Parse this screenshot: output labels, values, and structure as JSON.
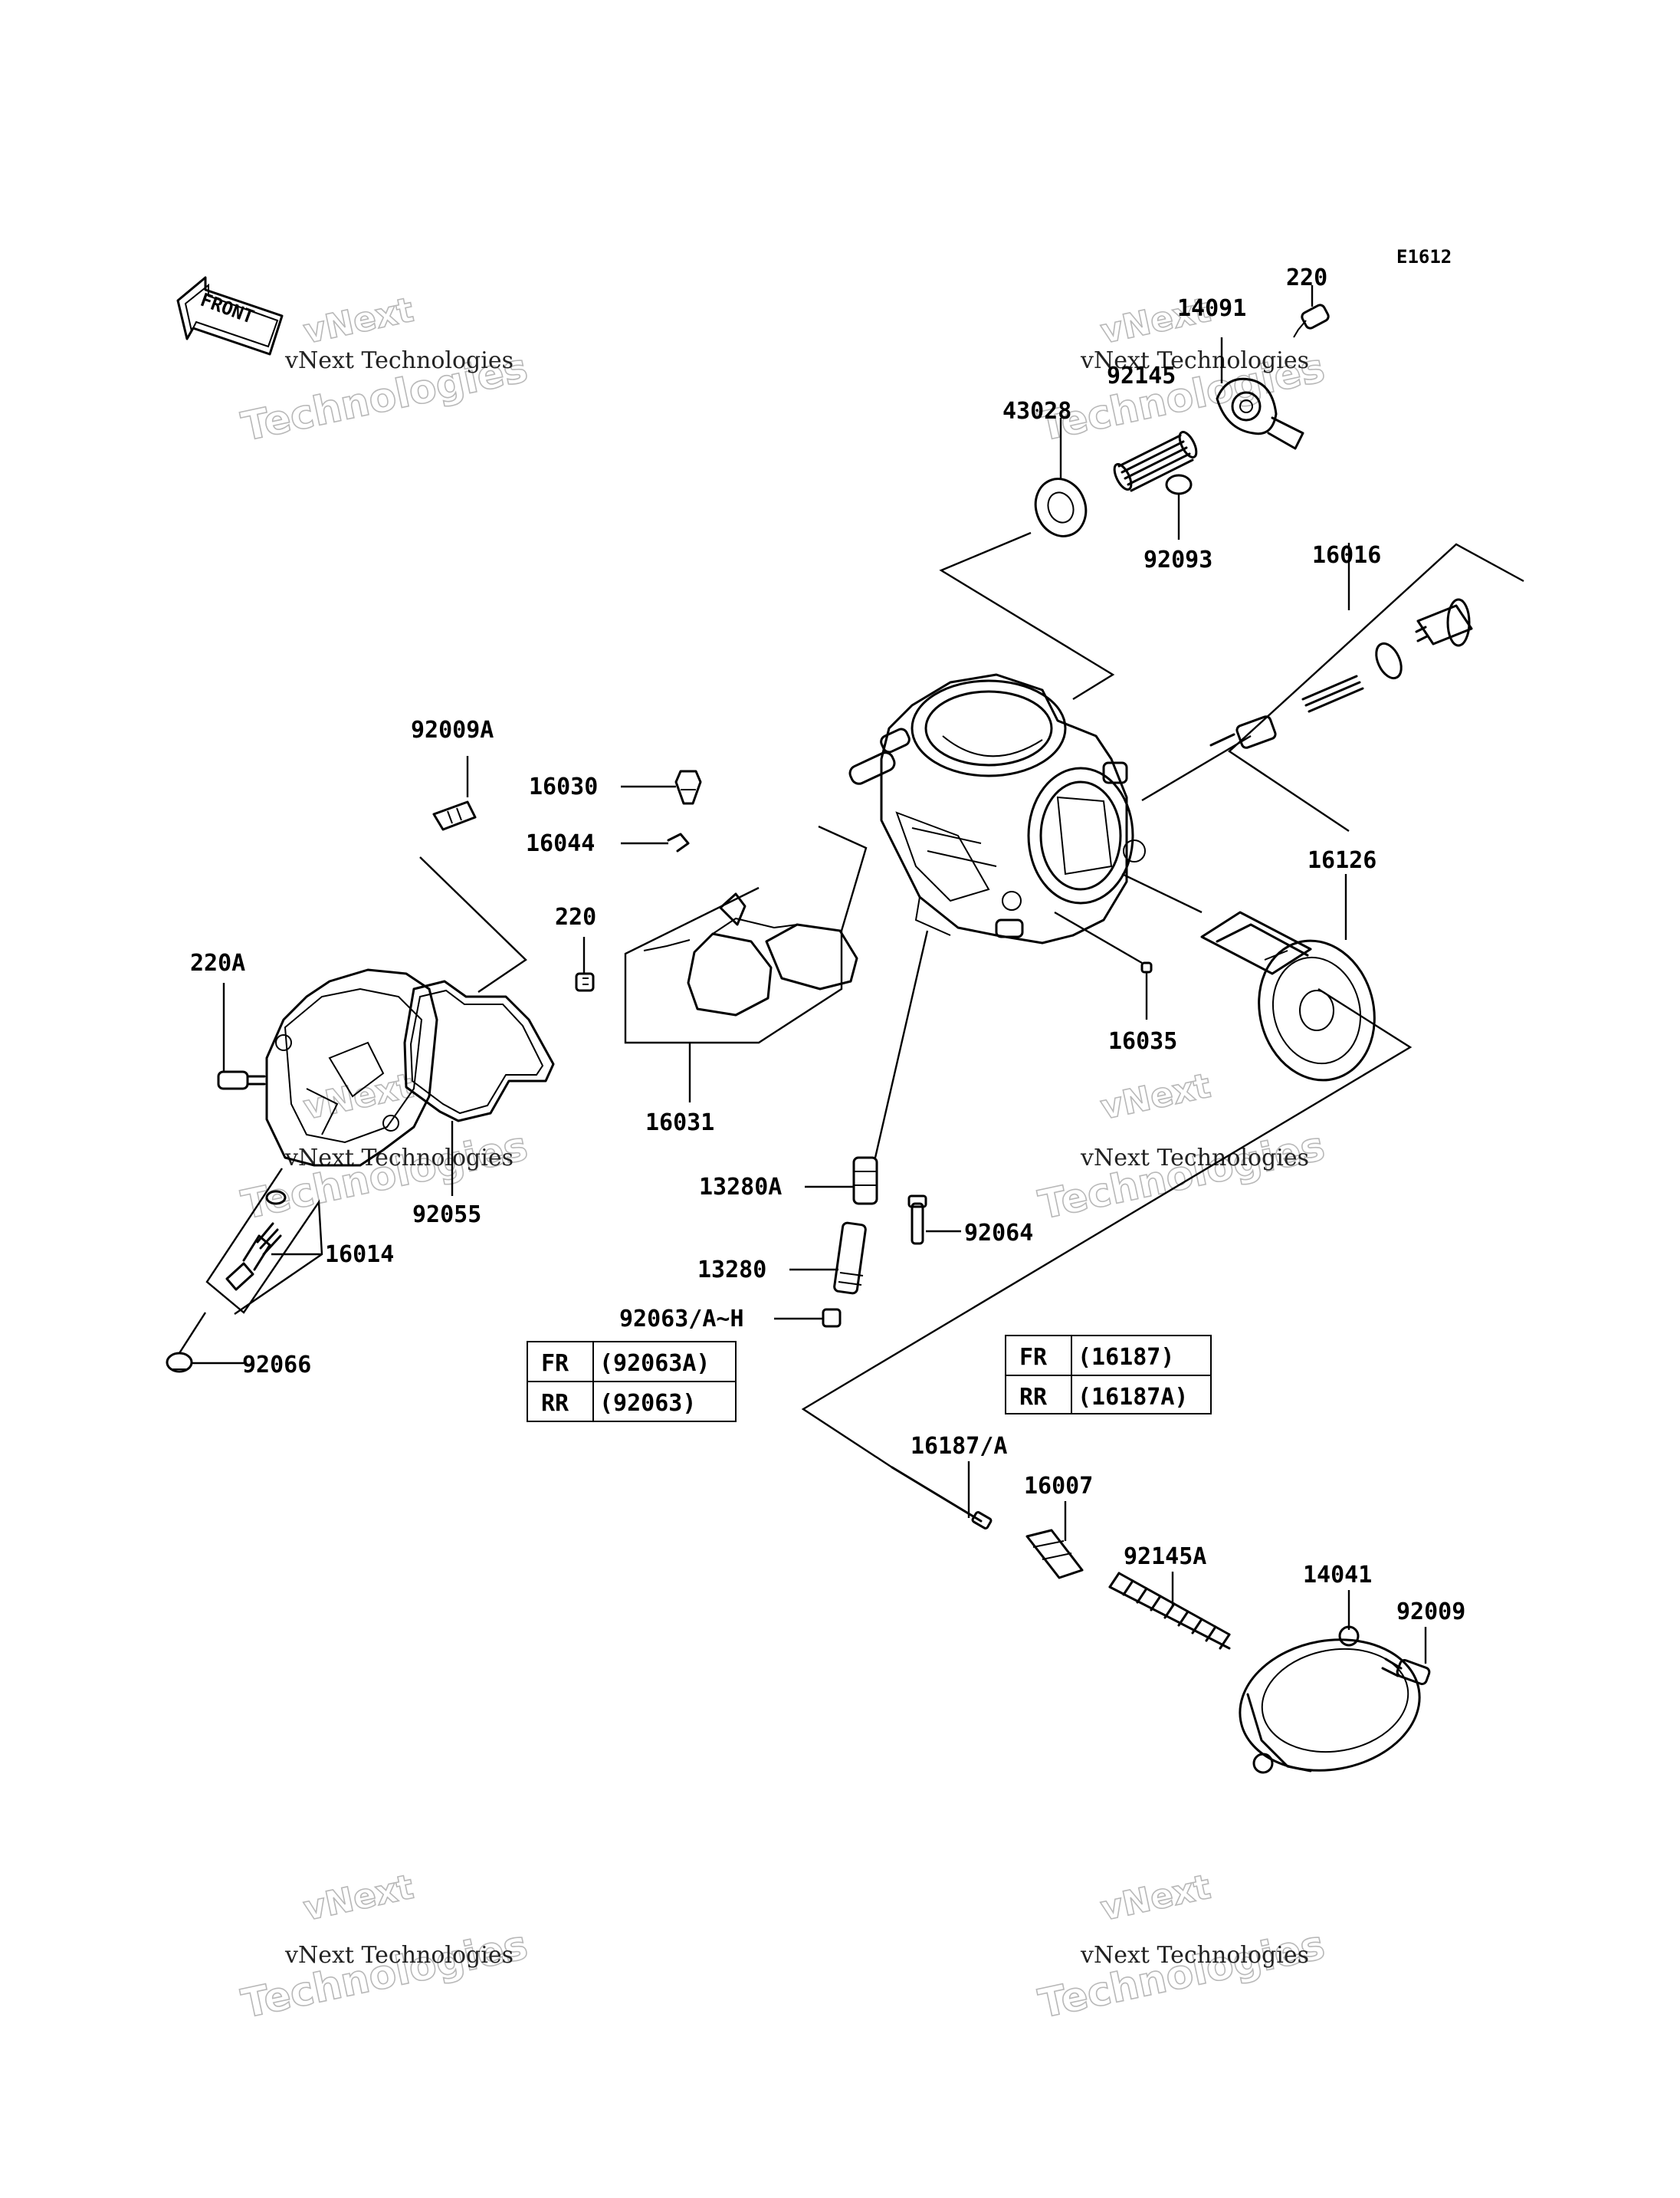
{
  "diagram": {
    "code": "E1612",
    "front_label": "FRONT"
  },
  "labels": {
    "p220_top": "220",
    "p14091": "14091",
    "p92145": "92145",
    "p43028": "43028",
    "p92093": "92093",
    "p16016": "16016",
    "p92009A": "92009A",
    "p16030": "16030",
    "p16044": "16044",
    "p220_mid": "220",
    "p220A": "220A",
    "p16126": "16126",
    "p16035": "16035",
    "p16031": "16031",
    "p92055": "92055",
    "p16014": "16014",
    "p92066": "92066",
    "p13280A": "13280A",
    "p13280": "13280",
    "p92064": "92064",
    "p92063": "92063/A~H",
    "p16187": "16187/A",
    "p16007": "16007",
    "p92145A": "92145A",
    "p14041": "14041",
    "p92009": "92009"
  },
  "tables": {
    "jet": [
      {
        "pos": "FR",
        "part": "(92063A)"
      },
      {
        "pos": "RR",
        "part": "(92063)"
      }
    ],
    "needle": [
      {
        "pos": "FR",
        "part": "(16187)"
      },
      {
        "pos": "RR",
        "part": "(16187A)"
      }
    ]
  },
  "watermark": {
    "brand_top": "vNext",
    "brand_line": "vNext Technologies",
    "brand_big": "Technologies"
  }
}
